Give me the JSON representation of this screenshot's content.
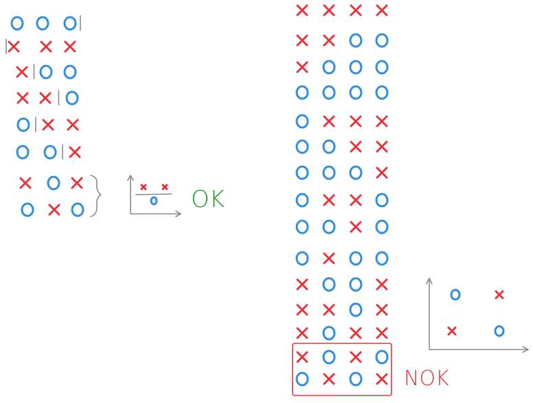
{
  "colors": {
    "x": "#e8323a",
    "o": "#2f8ee0",
    "ink": "#8a8a8a",
    "ok": "#1d9a2a",
    "nok": "#e8323a",
    "box": "#e8323a"
  },
  "labels": {
    "ok": "OK",
    "nok": "NOK"
  },
  "left_sequences": [
    {
      "cells": [
        "o",
        "o",
        "o"
      ],
      "sep_after": 3
    },
    {
      "cells": [
        "x",
        "x",
        "x"
      ],
      "sep_after": 0
    },
    {
      "cells": [
        "x",
        "o",
        "o"
      ],
      "sep_after": 1
    },
    {
      "cells": [
        "x",
        "x",
        "o"
      ],
      "sep_after": 2
    },
    {
      "cells": [
        "o",
        "x",
        "x"
      ],
      "sep_after": 1
    },
    {
      "cells": [
        "o",
        "o",
        "x"
      ],
      "sep_after": 2
    },
    {
      "cells": [
        "x",
        "o",
        "x"
      ],
      "sep_after": null
    },
    {
      "cells": [
        "o",
        "x",
        "o"
      ],
      "sep_after": null
    }
  ],
  "right_sequences": [
    [
      "x",
      "x",
      "x",
      "x"
    ],
    [
      "x",
      "x",
      "o",
      "o"
    ],
    [
      "x",
      "o",
      "o",
      "o"
    ],
    [
      "o",
      "o",
      "o",
      "o"
    ],
    [
      "o",
      "x",
      "x",
      "x"
    ],
    [
      "o",
      "o",
      "x",
      "x"
    ],
    [
      "o",
      "o",
      "o",
      "x"
    ],
    [
      "o",
      "x",
      "x",
      "o"
    ],
    [
      "o",
      "o",
      "x",
      "o"
    ],
    [
      "o",
      "x",
      "o",
      "o"
    ],
    [
      "x",
      "o",
      "o",
      "x"
    ],
    [
      "x",
      "x",
      "o",
      "x"
    ],
    [
      "x",
      "o",
      "x",
      "x"
    ],
    [
      "x",
      "o",
      "x",
      "o"
    ],
    [
      "o",
      "x",
      "o",
      "x"
    ]
  ],
  "small_plot": {
    "top_row": [
      "x",
      "x"
    ],
    "bottom_row": [
      "o"
    ]
  },
  "quad_plot": {
    "top_row": [
      "o",
      "x"
    ],
    "bottom_row": [
      "x",
      "o"
    ]
  }
}
